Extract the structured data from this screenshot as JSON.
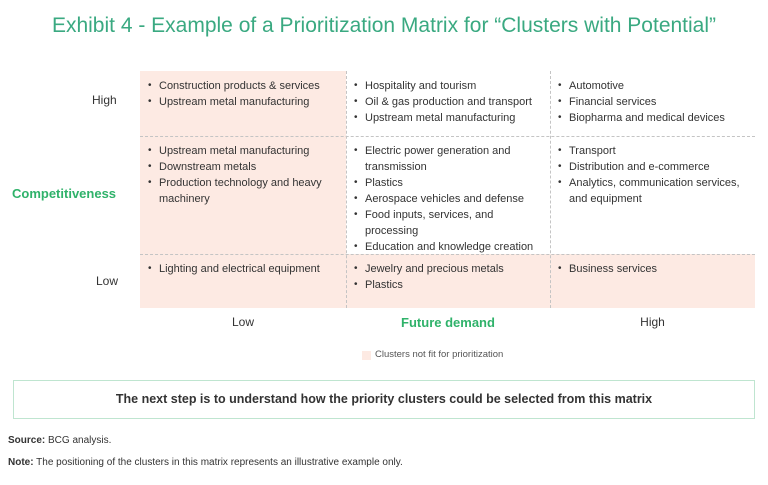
{
  "title": "Exhibit 4 - Example of a Prioritization Matrix for “Clusters with Potential”",
  "y_axis": {
    "label": "Competitiveness",
    "high": "High",
    "low": "Low"
  },
  "x_axis": {
    "label": "Future demand",
    "low": "Low",
    "high": "High"
  },
  "cells": [
    [
      [
        "Construction products & services",
        "Upstream metal manufacturing"
      ],
      [
        "Hospitality and tourism",
        "Oil & gas production and transport",
        "Upstream metal manufacturing"
      ],
      [
        "Automotive",
        "Financial services",
        "Biopharma and medical devices"
      ]
    ],
    [
      [
        "Upstream metal manufacturing",
        "Downstream metals",
        "Production technology and heavy machinery"
      ],
      [
        "Electric power generation and transmission",
        "Plastics",
        "Aerospace vehicles and defense",
        "Food inputs, services, and processing",
        "Education and knowledge creation"
      ],
      [
        "Transport",
        "Distribution and e-commerce",
        "Analytics, communication services, and equipment"
      ]
    ],
    [
      [
        "Lighting and electrical equipment"
      ],
      [
        "Jewelry and precious metals",
        "Plastics"
      ],
      [
        "Business services"
      ]
    ]
  ],
  "legend": "Clusters not fit for prioritization",
  "callout": "The next step is to understand how the priority clusters could be selected from this matrix",
  "source": {
    "label": "Source:",
    "text": " BCG analysis."
  },
  "note": {
    "label": "Note:",
    "text": " The positioning of the clusters in this matrix represents an illustrative example only."
  },
  "colors": {
    "accent": "#2fb26a",
    "title": "#3aa981",
    "unfit": "#fdeae3"
  }
}
